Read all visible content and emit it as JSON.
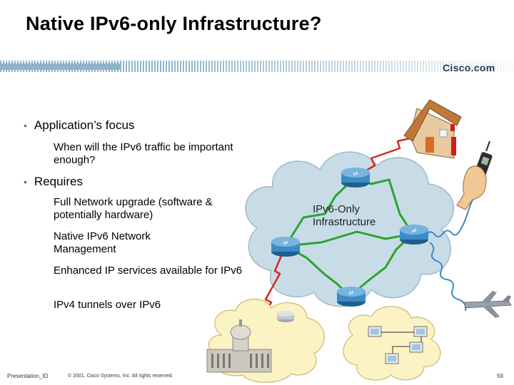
{
  "slide": {
    "title": "Native IPv6-only Infrastructure?",
    "logo": "Cisco.com",
    "bullets": [
      {
        "label": "Application’s focus",
        "subs": [
          "When will the IPv6 traffic be important enough?"
        ]
      },
      {
        "label": "Requires",
        "subs": [
          "Full Network upgrade (software & potentially hardware)",
          "Native IPv6 Network Management",
          "Enhanced IP services available for IPv6",
          "IPv4 tunnels over IPv6"
        ]
      }
    ],
    "diagram": {
      "cloud_label_line1": "IPv6-Only",
      "cloud_label_line2": "Infrastructure"
    },
    "footer": {
      "presentation_id": "Presentation_ID",
      "copyright": "© 2001, Cisco Systems, Inc. All rights reserved.",
      "page_number": "59"
    }
  },
  "colors": {
    "accent_bullet": "#3a78b5",
    "cloud_fill": "#c8dce8",
    "link_green": "#2aa52a",
    "lightning_red": "#d62a1a",
    "router_blue": "#3b8cc4"
  }
}
